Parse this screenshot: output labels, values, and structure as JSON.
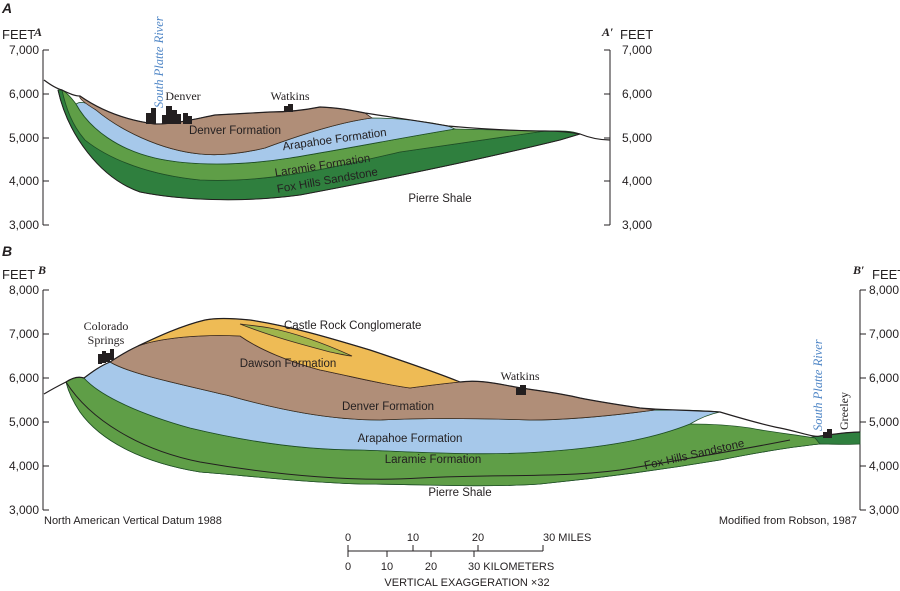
{
  "panel_a": {
    "label": "A",
    "end_left": "A",
    "end_right": "A′",
    "axis_unit_left": "FEET",
    "axis_unit_right": "FEET",
    "axis_ticks": [
      "7,000",
      "6,000",
      "5,000",
      "4,000",
      "3,000"
    ],
    "formations": {
      "denver": "Denver Formation",
      "arapahoe": "Arapahoe Formation",
      "laramie": "Laramie Formation",
      "fox_hills": "Fox Hills Sandstone",
      "pierre": "Pierre Shale"
    },
    "places": {
      "denver": "Denver",
      "watkins": "Watkins"
    },
    "river": "South Platte River"
  },
  "panel_b": {
    "label": "B",
    "end_left": "B",
    "end_right": "B′",
    "axis_unit_left": "FEET",
    "axis_unit_right": "FEET",
    "axis_ticks": [
      "8,000",
      "7,000",
      "6,000",
      "5,000",
      "4,000",
      "3,000"
    ],
    "formations": {
      "castle_rock": "Castle Rock Conglomerate",
      "dawson": "Dawson Formation",
      "denver": "Denver Formation",
      "arapahoe": "Arapahoe Formation",
      "laramie": "Laramie Formation",
      "fox_hills": "Fox Hills Sandstone",
      "pierre": "Pierre Shale"
    },
    "places": {
      "colorado_springs_1": "Colorado",
      "colorado_springs_2": "Springs",
      "watkins": "Watkins",
      "greeley": "Greeley"
    },
    "river": "South Platte River"
  },
  "footer": {
    "datum": "North American Vertical Datum 1988",
    "credit": "Modified from Robson, 1987"
  },
  "scale": {
    "miles_ticks": [
      "0",
      "10",
      "20",
      "30 MILES"
    ],
    "km_ticks": [
      "0",
      "10",
      "20",
      "30 KILOMETERS"
    ],
    "exaggeration": "VERTICAL EXAGGERATION ×32"
  },
  "colors": {
    "denver": "#b08e78",
    "arapahoe": "#a6c8ea",
    "laramie": "#5f9e47",
    "fox_hills": "#2f7f3e",
    "dawson": "#eebb55",
    "castle_rock": "#9fb54c",
    "river_text": "#4f86c6"
  }
}
